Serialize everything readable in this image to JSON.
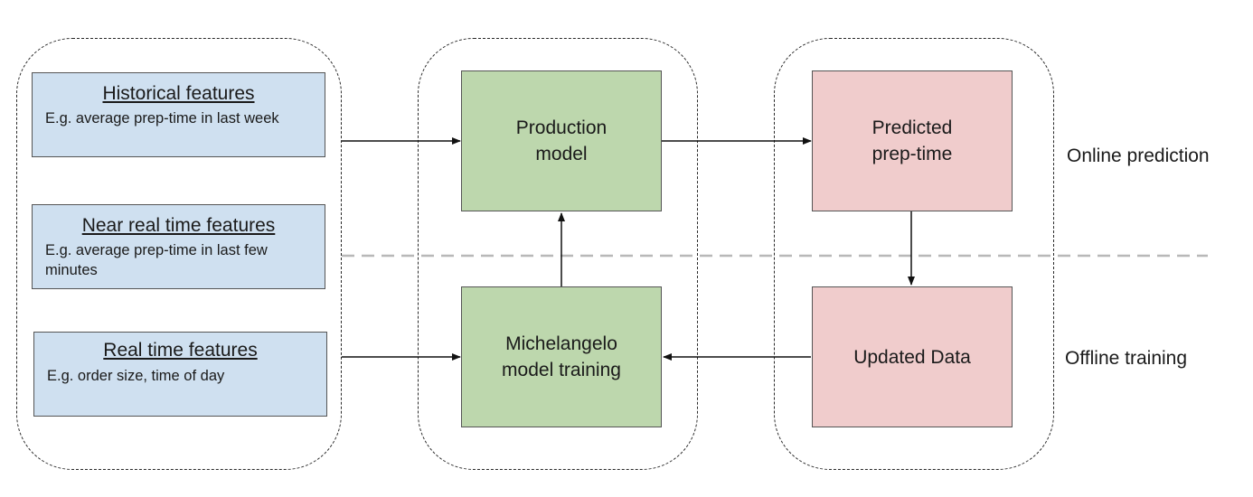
{
  "features": [
    {
      "title": "Historical features",
      "desc": "E.g. average prep-time in last week"
    },
    {
      "title": "Near real time features",
      "desc": "E.g. average prep-time in last few minutes"
    },
    {
      "title": "Real time features",
      "desc": "E.g. order size, time of day"
    }
  ],
  "models": {
    "production": "Production\nmodel",
    "training": "Michelangelo\nmodel training"
  },
  "outputs": {
    "predicted": "Predicted\nprep-time",
    "updated": "Updated Data"
  },
  "labels": {
    "online": "Online prediction",
    "offline": "Offline training"
  },
  "colors": {
    "feature_fill": "#cfe0f0",
    "model_fill": "#bdd7ad",
    "output_fill": "#f0cccc",
    "divider": "#b8b8b8"
  }
}
